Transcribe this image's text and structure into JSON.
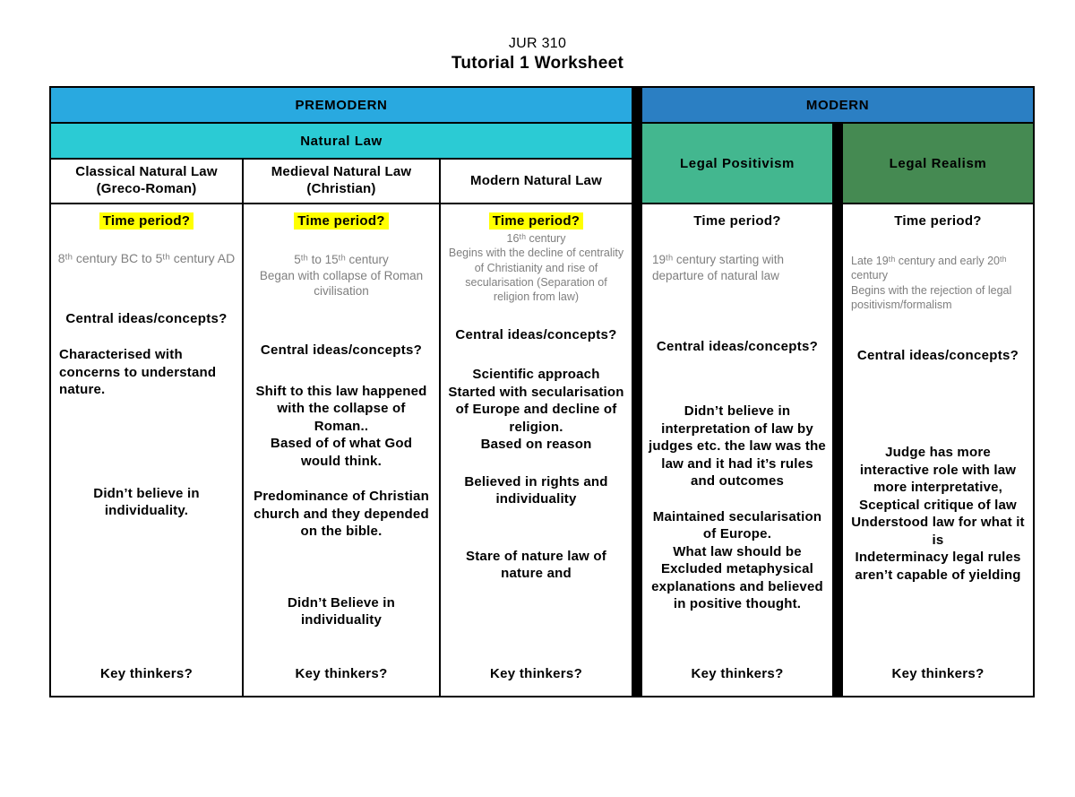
{
  "title": {
    "course": "JUR 310",
    "worksheet": "Tutorial 1 Worksheet"
  },
  "colors": {
    "premodern_header": "#29A9E0",
    "modern_header": "#2B7FC3",
    "natural_law": "#2BCBD4",
    "legal_positivism": "#43B78F",
    "legal_realism": "#458A52",
    "highlight": "#FFFF00",
    "muted_text": "#7f7f7f"
  },
  "table": {
    "era_headers": {
      "premodern": "PREMODERN",
      "modern": "MODERN"
    },
    "school_headers": {
      "natural_law": "Natural Law",
      "legal_positivism": "Legal Positivism",
      "legal_realism": "Legal Realism"
    },
    "columns": [
      {
        "header": "Classical Natural Law (Greco-Roman)",
        "time_question": "Time period?",
        "time_text": "8ᵗʰ century BC to 5ᵗʰ century AD",
        "central_question": "Central ideas/concepts?",
        "ideas": [
          "Characterised with concerns to understand nature.",
          "Didn’t believe in individuality."
        ],
        "key_question": "Key thinkers?"
      },
      {
        "header": "Medieval Natural Law (Christian)",
        "time_question": "Time period?",
        "time_text": "5ᵗʰ to 15ᵗʰ century\nBegan with collapse of Roman civilisation",
        "central_question": "Central ideas/concepts?",
        "ideas": [
          "Shift to this law happened with the collapse of Roman..\nBased of of what God would think.",
          "Predominance of Christian church and they depended on the bible.",
          "Didn’t Believe in individuality"
        ],
        "key_question": "Key thinkers?"
      },
      {
        "header": "Modern Natural Law",
        "time_question": "Time period?",
        "time_text": "16ᵗʰ century\nBegins with the decline of centrality of Christianity and rise of secularisation (Separation of religion from law)",
        "central_question": "Central ideas/concepts?",
        "ideas": [
          "Scientific approach\nStarted with secularisation of Europe and decline of religion.\nBased on reason",
          "Believed in rights and individuality",
          "Stare of nature law of nature and"
        ],
        "key_question": "Key thinkers?"
      },
      {
        "header": "Legal Positivism",
        "time_question": "Time period?",
        "time_text": "19ᵗʰ century starting with departure of natural law",
        "central_question": "Central ideas/concepts?",
        "ideas": [
          "Didn’t believe in interpretation of law by judges etc. the law was the law and it had it’s rules and outcomes",
          "Maintained secularisation of Europe.\nWhat law should be\nExcluded metaphysical explanations and believed in positive thought."
        ],
        "key_question": "Key thinkers?"
      },
      {
        "header": "Legal Realism",
        "time_question": "Time period?",
        "time_text": "Late 19ᵗʰ century and early 20ᵗʰ century\nBegins with the rejection of legal positivism/formalism",
        "central_question": "Central ideas/concepts?",
        "ideas": [
          "Judge has more interactive role with law more interpretative,\nSceptical critique of law\nUnderstood law for what it is\nIndeterminacy legal rules aren’t capable of yielding"
        ],
        "key_question": "Key thinkers?"
      }
    ]
  }
}
